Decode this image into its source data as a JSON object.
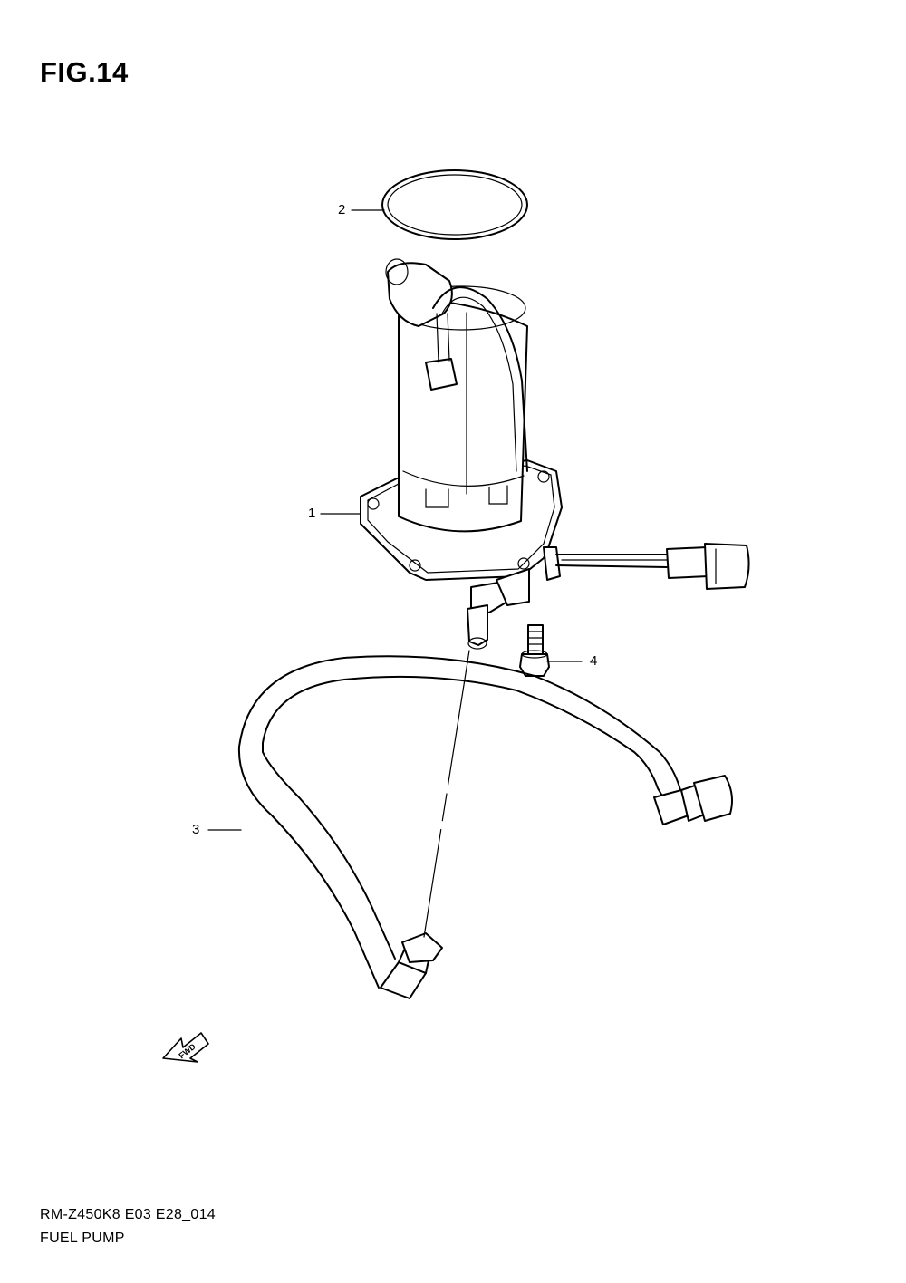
{
  "figure": {
    "title": "FIG.14"
  },
  "callouts": [
    {
      "number": "1",
      "part": "fuel-pump-assembly"
    },
    {
      "number": "2",
      "part": "o-ring"
    },
    {
      "number": "3",
      "part": "fuel-hose"
    },
    {
      "number": "4",
      "part": "bolt"
    }
  ],
  "direction_marker": {
    "label": "FWD",
    "icon": "fwd-arrow-icon"
  },
  "footer": {
    "model_code": "RM-Z450K8 E03 E28_014",
    "section_name": "FUEL PUMP"
  }
}
